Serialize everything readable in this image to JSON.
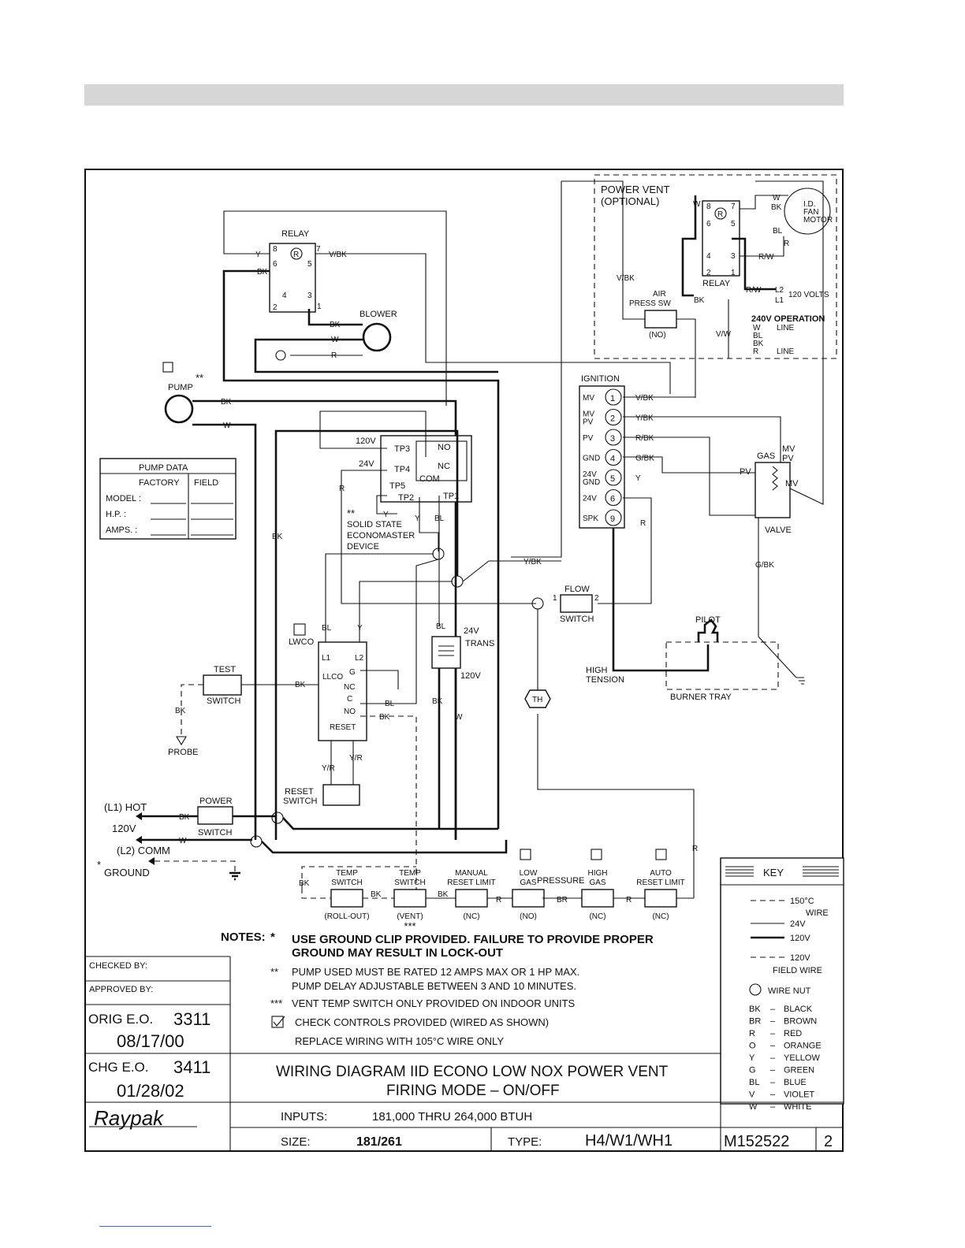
{
  "power_vent": {
    "title": "POWER VENT",
    "subtitle": "(OPTIONAL)",
    "relay_label": "RELAY",
    "motor": [
      "I.D.",
      "FAN",
      "MOTOR"
    ],
    "air_switch": [
      "AIR",
      "PRESS SW"
    ],
    "air_switch_state": "(NO)",
    "volts": "120 VOLTS",
    "op_title": "240V OPERATION",
    "op_lines": [
      "W",
      "LINE",
      "BL",
      "BK",
      "R",
      "LINE"
    ],
    "wires": [
      "W",
      "BK",
      "BL",
      "R",
      "R/W",
      "R/W",
      "L2",
      "L1",
      "V/BK",
      "BK",
      "V/W",
      "W"
    ],
    "pins": [
      "8",
      "7",
      "6",
      "5",
      "4",
      "3",
      "2",
      "1",
      "R"
    ]
  },
  "relay": {
    "label": "RELAY",
    "pins": [
      "8",
      "7",
      "6",
      "5",
      "4",
      "3",
      "2",
      "1",
      "R"
    ],
    "wires": [
      "Y",
      "V/BK",
      "BK"
    ]
  },
  "blower": {
    "label": "BLOWER",
    "wires": [
      "BK",
      "W",
      "R"
    ]
  },
  "pump": {
    "label": "PUMP",
    "mark": "**",
    "wires": [
      "BK",
      "W"
    ]
  },
  "pump_data": {
    "title": "PUMP DATA",
    "cols": [
      "FACTORY",
      "FIELD"
    ],
    "rows": [
      "MODEL :",
      "H.P. :",
      "AMPS. :"
    ]
  },
  "econo": {
    "terminals": [
      "120V",
      "TP3",
      "24V",
      "TP4",
      "TP5",
      "TP2",
      "TP1",
      "NO",
      "NC",
      "COM"
    ],
    "caption": [
      "**",
      "SOLID STATE",
      "ECONOMASTER",
      "DEVICE"
    ],
    "wires": [
      "R",
      "Y",
      "Y",
      "BL"
    ]
  },
  "ignition": {
    "label": "IGNITION",
    "rows": [
      {
        "term": "MV",
        "num": "1",
        "wire": "V/BK"
      },
      {
        "term": "MV PV",
        "num": "2",
        "wire": "Y/BK"
      },
      {
        "term": "PV",
        "num": "3",
        "wire": "R/BK"
      },
      {
        "term": "GND",
        "num": "4",
        "wire": "G/BK"
      },
      {
        "term": "24V GND",
        "num": "5",
        "wire": "Y"
      },
      {
        "term": "24V",
        "num": "6",
        "wire": ""
      },
      {
        "term": "SPK",
        "num": "9",
        "wire": ""
      }
    ],
    "extra_wire": "R"
  },
  "gas_valve": {
    "label": [
      "GAS",
      "VALVE"
    ],
    "ports": [
      "MV",
      "PV",
      "PV",
      "MV"
    ],
    "wire": "G/BK"
  },
  "flow_switch": {
    "label": [
      "FLOW",
      "SWITCH"
    ],
    "pins": [
      "1",
      "2"
    ],
    "wire": "Y/BK"
  },
  "pilot": {
    "label": "PILOT",
    "tray": "BURNER TRAY",
    "tension": [
      "HIGH",
      "TENSION"
    ]
  },
  "transformer": {
    "labels": [
      "BL",
      "24V",
      "TRANS",
      "120V",
      "BK",
      "W"
    ]
  },
  "lwco": {
    "label": "LWCO",
    "terms": [
      "BL",
      "Y",
      "L1",
      "L2",
      "G",
      "LLCO",
      "NC",
      "C",
      "NO",
      "RESET",
      "Y/R",
      "Y/R"
    ],
    "wires": [
      "BK",
      "BL",
      "BK"
    ]
  },
  "test_switch": {
    "label": [
      "TEST",
      "SWITCH"
    ],
    "probe": "PROBE",
    "wire": "BK"
  },
  "reset_switch": {
    "label": [
      "RESET",
      "SWITCH"
    ]
  },
  "power": {
    "switch": [
      "POWER",
      "SWITCH"
    ],
    "hot": "(L1) HOT",
    "volts": "120V",
    "comm": "(L2) COMM",
    "ground": "GROUND",
    "ground_mark": "*",
    "wires": [
      "BK",
      "W"
    ]
  },
  "th_label": "TH",
  "limits": {
    "items": [
      {
        "label": [
          "TEMP",
          "SWITCH"
        ],
        "state": "(ROLL-OUT)"
      },
      {
        "label": [
          "TEMP",
          "SWITCH"
        ],
        "state": "(VENT)",
        "mark": "***"
      },
      {
        "label": [
          "MANUAL",
          "RESET LIMIT"
        ],
        "state": "(NC)"
      },
      {
        "label": [
          "LOW",
          "GAS"
        ],
        "state": "(NO)"
      },
      {
        "label": [
          "HIGH",
          "GAS"
        ],
        "state": "(NC)"
      },
      {
        "label": [
          "AUTO",
          "RESET LIMIT"
        ],
        "state": "(NC)"
      }
    ],
    "pressure": "PRESSURE",
    "wires": [
      "BK",
      "BK",
      "BK",
      "R",
      "BR",
      "R",
      "R"
    ]
  },
  "notes": {
    "heading": "NOTES:",
    "items": [
      {
        "mark": "*",
        "text": "USE GROUND CLIP PROVIDED. FAILURE TO PROVIDE PROPER"
      },
      {
        "mark": "",
        "text": "GROUND MAY RESULT IN LOCK-OUT"
      },
      {
        "mark": "**",
        "text": "PUMP USED MUST BE RATED 12 AMPS MAX OR 1 HP MAX."
      },
      {
        "mark": "",
        "text": "PUMP DELAY ADJUSTABLE BETWEEN 3 AND 10 MINUTES."
      },
      {
        "mark": "***",
        "text": "VENT TEMP SWITCH ONLY PROVIDED ON INDOOR UNITS"
      },
      {
        "mark": "",
        "text": "CHECK CONTROLS PROVIDED (WIRED AS SHOWN)"
      },
      {
        "mark": "",
        "text": "REPLACE WIRING WITH 105°C WIRE ONLY"
      }
    ]
  },
  "key": {
    "title": "KEY",
    "lines": [
      {
        "label": "150°C",
        "sub": "WIRE"
      },
      {
        "label": "24V",
        "sub": ""
      },
      {
        "label": "120V",
        "sub": ""
      },
      {
        "label": "120V",
        "sub": "FIELD WIRE"
      }
    ],
    "nut": "WIRE NUT",
    "colors": [
      [
        "BK",
        "BLACK"
      ],
      [
        "BR",
        "BROWN"
      ],
      [
        "R",
        "RED"
      ],
      [
        "O",
        "ORANGE"
      ],
      [
        "Y",
        "YELLOW"
      ],
      [
        "G",
        "GREEN"
      ],
      [
        "BL",
        "BLUE"
      ],
      [
        "V",
        "VIOLET"
      ],
      [
        "W",
        "WHITE"
      ]
    ]
  },
  "title_block": {
    "checked": "CHECKED BY:",
    "approved": "APPROVED BY:",
    "orig_label": "ORIG E.O.",
    "orig_no": "3311",
    "orig_date": "08/17/00",
    "chg_label": "CHG E.O.",
    "chg_no": "3411",
    "chg_date": "01/28/02",
    "logo": "Raypak",
    "title1": "WIRING DIAGRAM IID ECONO LOW NOX POWER VENT",
    "title2": "FIRING MODE – ON/OFF",
    "inputs_label": "INPUTS:",
    "inputs_value": "181,000 THRU 264,000 BTUH",
    "size_label": "SIZE:",
    "size_value": "181/261",
    "type_label": "TYPE:",
    "type_value": "H4/W1/WH1",
    "doc_no": "M152522",
    "rev": "2"
  }
}
